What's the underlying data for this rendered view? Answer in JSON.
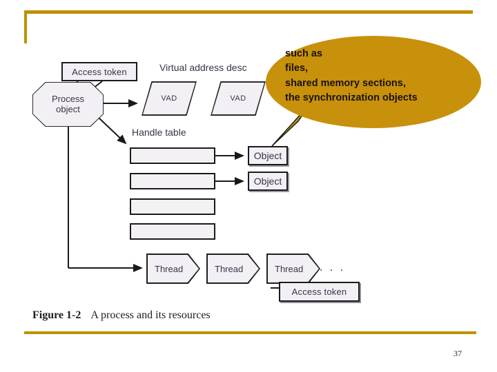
{
  "slide": {
    "page_number": "37",
    "accent_color": "#BF9000",
    "callout_color": "#C8910B",
    "node_fill": "#F2F0F4"
  },
  "figure": {
    "caption_number": "Figure 1-2",
    "caption_text": "A process and its resources",
    "labels": {
      "virtual_address_descriptors": "Virtual address desc",
      "handle_table": "Handle table"
    },
    "process_object": {
      "line1": "Process",
      "line2": "object"
    },
    "access_token_top": "Access token",
    "access_token_thread": "Access token",
    "vads": [
      {
        "label": "VAD"
      },
      {
        "label": "VAD"
      }
    ],
    "handle_rows": [
      {
        "label": ""
      },
      {
        "label": ""
      },
      {
        "label": ""
      },
      {
        "label": ""
      }
    ],
    "objects": [
      {
        "label": "Object"
      },
      {
        "label": "Object"
      }
    ],
    "threads": [
      {
        "label": "Thread"
      },
      {
        "label": "Thread"
      },
      {
        "label": "Thread"
      }
    ],
    "thread_ellipsis": ". . ."
  },
  "callout": {
    "lines": [
      "such as",
      "files,",
      "shared memory sections,",
      "the synchronization objects"
    ]
  }
}
